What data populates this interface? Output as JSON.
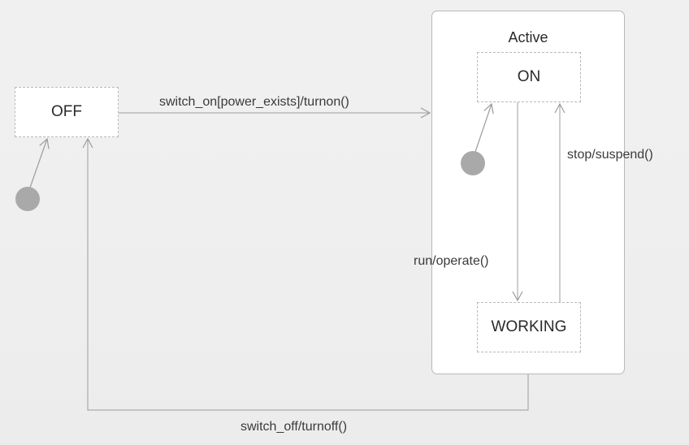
{
  "composite": {
    "title": "Active"
  },
  "states": {
    "off": "OFF",
    "on": "ON",
    "working": "WORKING"
  },
  "transitions": {
    "switch_on": "switch_on[power_exists]/turnon()",
    "stop": "stop/suspend()",
    "run": "run/operate()",
    "switch_off": "switch_off/turnoff()"
  },
  "colors": {
    "background": "#f0f0f0",
    "state_fill": "#ffffff",
    "state_border": "#b9b9b9",
    "edge": "#9c9c9c",
    "initial_node": "#a9a9a9",
    "text": "#2a2a2a"
  }
}
